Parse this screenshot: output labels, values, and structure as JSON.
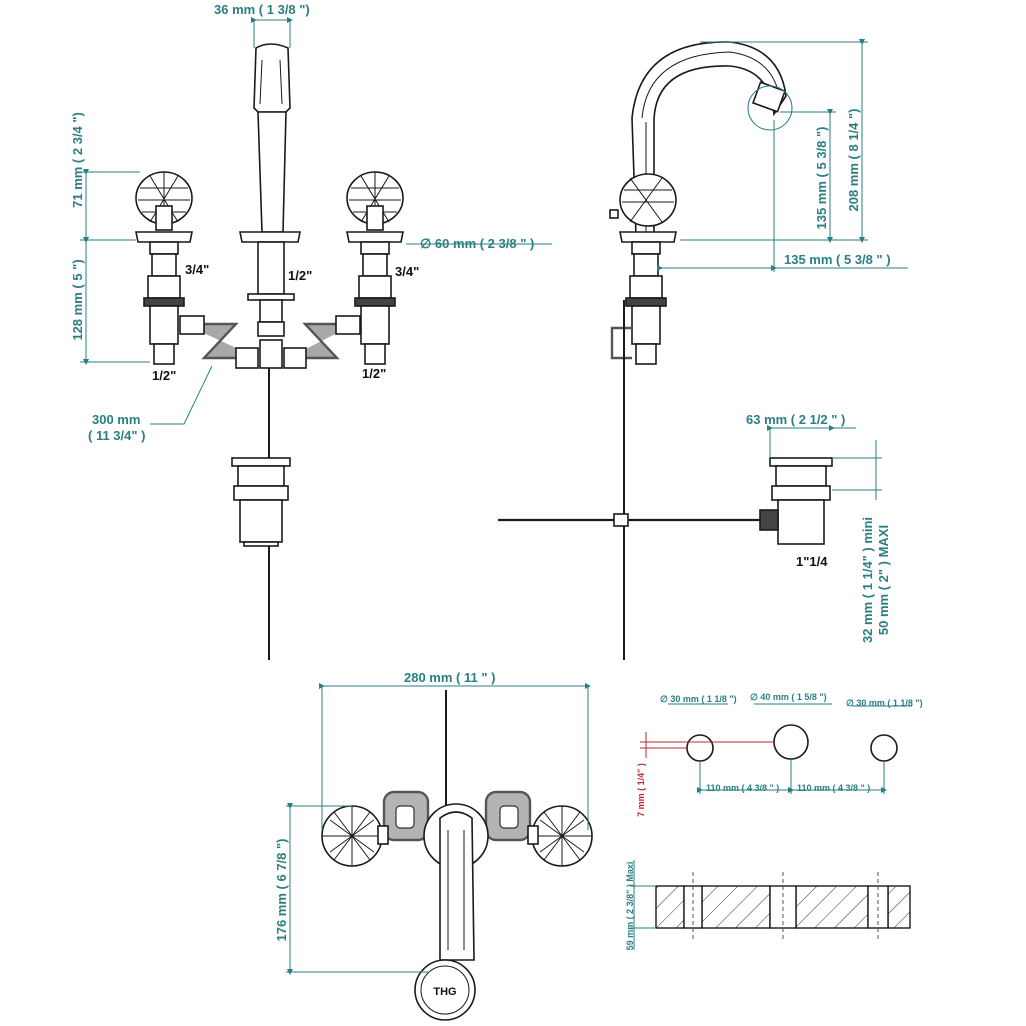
{
  "front": {
    "spout_width": "36 mm ( 1 3/8 \")",
    "handle_height": "71 mm ( 2 3/4 \")",
    "body_height": "128 mm ( 5 \")",
    "diameter": "∅ 60 mm ( 2 3/8 \" )",
    "hose_length": "300 mm",
    "hose_length_in": "( 11 3/4\" )",
    "thread_34_left": "3/4\"",
    "thread_34_right": "3/4\"",
    "thread_12_center": "1/2\"",
    "thread_12_left": "1/2\"",
    "thread_12_right": "1/2\""
  },
  "side": {
    "total_height": "208 mm ( 8 1/4 \")",
    "spout_height": "135 mm ( 5 3/8 \")",
    "spout_reach": "135 mm ( 5 3/8 \" )",
    "waste_diameter": "63 mm ( 2 1/2 \" )",
    "waste_thread": "1\"1/4",
    "mini": "32 mm ( 1 1/4\" ) mini",
    "maxi": "50 mm ( 2\" ) MAXI"
  },
  "top": {
    "spread": "280 mm ( 11 \" )",
    "depth": "176 mm ( 6 7/8 \")",
    "logo": "THG"
  },
  "holes": {
    "hole_left": "∅ 30 mm ( 1 1/8 \")",
    "hole_center": "∅ 40 mm ( 1 5/8 \")",
    "hole_right": "∅ 30 mm ( 1 1/8 \")",
    "offset": "7 mm ( 1/4\" )",
    "spacing_left": "110 mm ( 4 3/8 \" )",
    "spacing_right": "110 mm ( 4 3/8 \" )",
    "deck": "59 mm ( 2 3/8\" ) Maxi"
  }
}
